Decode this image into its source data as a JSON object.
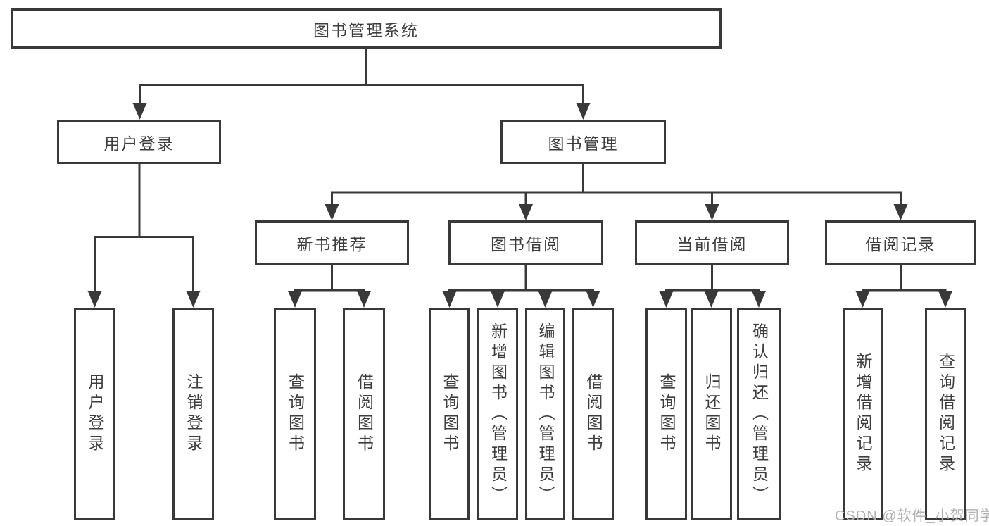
{
  "root": {
    "label": "图书管理系统"
  },
  "branches": [
    {
      "label": "用户登录",
      "children": [
        {
          "label": "用户登录"
        },
        {
          "label": "注销登录"
        }
      ]
    },
    {
      "label": "图书管理",
      "children": [
        {
          "label": "新书推荐",
          "children": [
            {
              "label": "查询图书"
            },
            {
              "label": "借阅图书"
            }
          ]
        },
        {
          "label": "图书借阅",
          "children": [
            {
              "label": "查询图书"
            },
            {
              "label": "新增图书（管理员）"
            },
            {
              "label": "编辑图书（管理员）"
            },
            {
              "label": "借阅图书"
            }
          ]
        },
        {
          "label": "当前借阅",
          "children": [
            {
              "label": "查询图书"
            },
            {
              "label": "归还图书"
            },
            {
              "label": "确认归还（管理员）"
            }
          ]
        },
        {
          "label": "借阅记录",
          "children": [
            {
              "label": "新增借阅记录"
            },
            {
              "label": "查询借阅记录"
            }
          ]
        }
      ]
    }
  ],
  "watermark": {
    "text": "CSDN @软件_小贺同学"
  },
  "colors": {
    "line": "#393939",
    "text": "#3d3d3d",
    "watermark": "#b2b2b2",
    "background": "#ffffff"
  }
}
